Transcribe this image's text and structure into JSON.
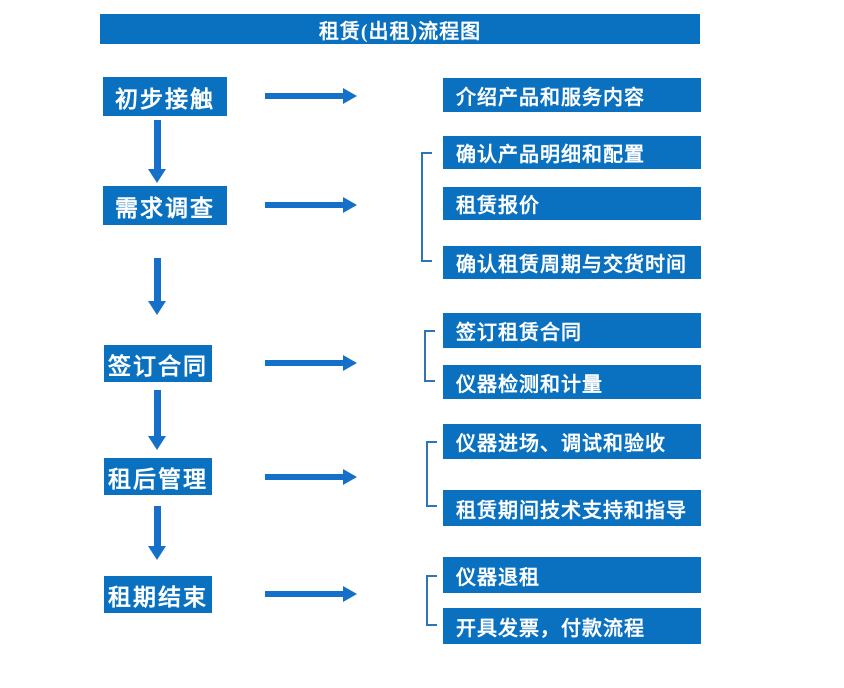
{
  "title": "租赁(出租)流程图",
  "colors": {
    "box_blue": "#0a70c0",
    "arrow_blue": "#1470c8",
    "bracket_blue": "#2e75b6",
    "text_white": "#ffffff",
    "background": "#ffffff"
  },
  "flow": {
    "steps": [
      {
        "label": "初步接触",
        "details": [
          "介绍产品和服务内容"
        ]
      },
      {
        "label": "需求调查",
        "details": [
          "确认产品明细和配置",
          "租赁报价",
          "确认租赁周期与交货时间"
        ]
      },
      {
        "label": "签订合同",
        "details": [
          "签订租赁合同",
          "仪器检测和计量"
        ]
      },
      {
        "label": "租后管理",
        "details": [
          "仪器进场、调试和验收",
          "租赁期间技术支持和指导"
        ]
      },
      {
        "label": "租期结束",
        "details": [
          "仪器退租",
          "开具发票，付款流程"
        ]
      }
    ]
  }
}
